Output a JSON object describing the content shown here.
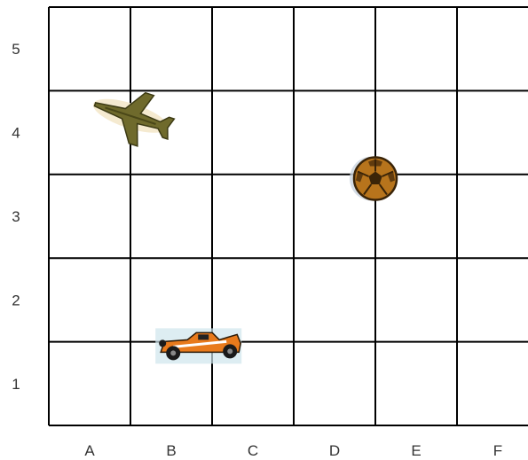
{
  "grid": {
    "columns": [
      "A",
      "B",
      "C",
      "D",
      "E",
      "F"
    ],
    "rows": [
      "1",
      "2",
      "3",
      "4",
      "5"
    ],
    "line_color": "#000000"
  },
  "objects": [
    {
      "name": "airplane",
      "icon": "airplane-icon",
      "x": 1.0,
      "y": 3.7
    },
    {
      "name": "soccer-ball",
      "icon": "soccer-ball-icon",
      "x": 4.0,
      "y": 2.95
    },
    {
      "name": "race-car",
      "icon": "race-car-icon",
      "x": 1.85,
      "y": 0.96
    }
  ]
}
